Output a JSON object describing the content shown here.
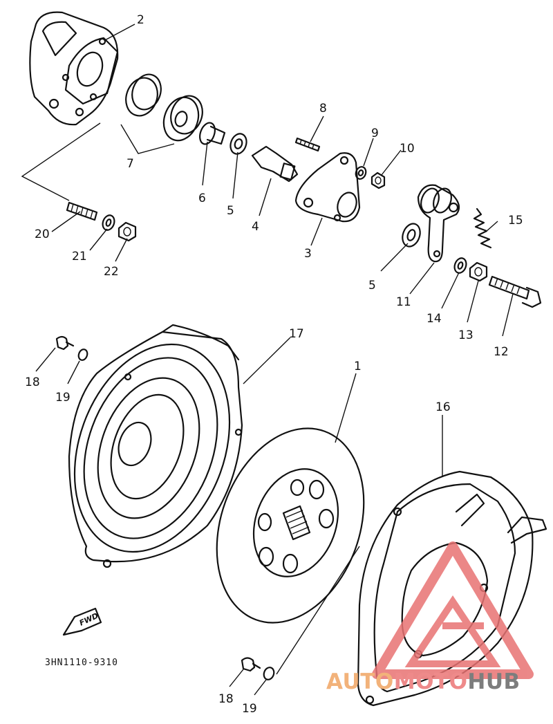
{
  "diagram": {
    "drawing_code": "3HN1110-9310",
    "direction_tag": "FWD",
    "callouts": [
      {
        "id": "c1",
        "label": "1"
      },
      {
        "id": "c2",
        "label": "2"
      },
      {
        "id": "c3",
        "label": "3"
      },
      {
        "id": "c4",
        "label": "4"
      },
      {
        "id": "c5a",
        "label": "5"
      },
      {
        "id": "c5b",
        "label": "5"
      },
      {
        "id": "c6",
        "label": "6"
      },
      {
        "id": "c7",
        "label": "7"
      },
      {
        "id": "c8",
        "label": "8"
      },
      {
        "id": "c9",
        "label": "9"
      },
      {
        "id": "c10",
        "label": "10"
      },
      {
        "id": "c11",
        "label": "11"
      },
      {
        "id": "c12",
        "label": "12"
      },
      {
        "id": "c13",
        "label": "13"
      },
      {
        "id": "c14",
        "label": "14"
      },
      {
        "id": "c15",
        "label": "15"
      },
      {
        "id": "c16",
        "label": "16"
      },
      {
        "id": "c17",
        "label": "17"
      },
      {
        "id": "c18a",
        "label": "18"
      },
      {
        "id": "c18b",
        "label": "18"
      },
      {
        "id": "c19a",
        "label": "19"
      },
      {
        "id": "c19b",
        "label": "19"
      },
      {
        "id": "c20",
        "label": "20"
      },
      {
        "id": "c21",
        "label": "21"
      },
      {
        "id": "c22",
        "label": "22"
      }
    ]
  },
  "watermark": {
    "part1": "AUTO",
    "part2": "MOTO",
    "part3": "HUB",
    "colors": {
      "part1": "#f2b27a",
      "part2": "#ee8a8a",
      "part3": "#7d7d7d",
      "logo": "#e87373"
    }
  }
}
